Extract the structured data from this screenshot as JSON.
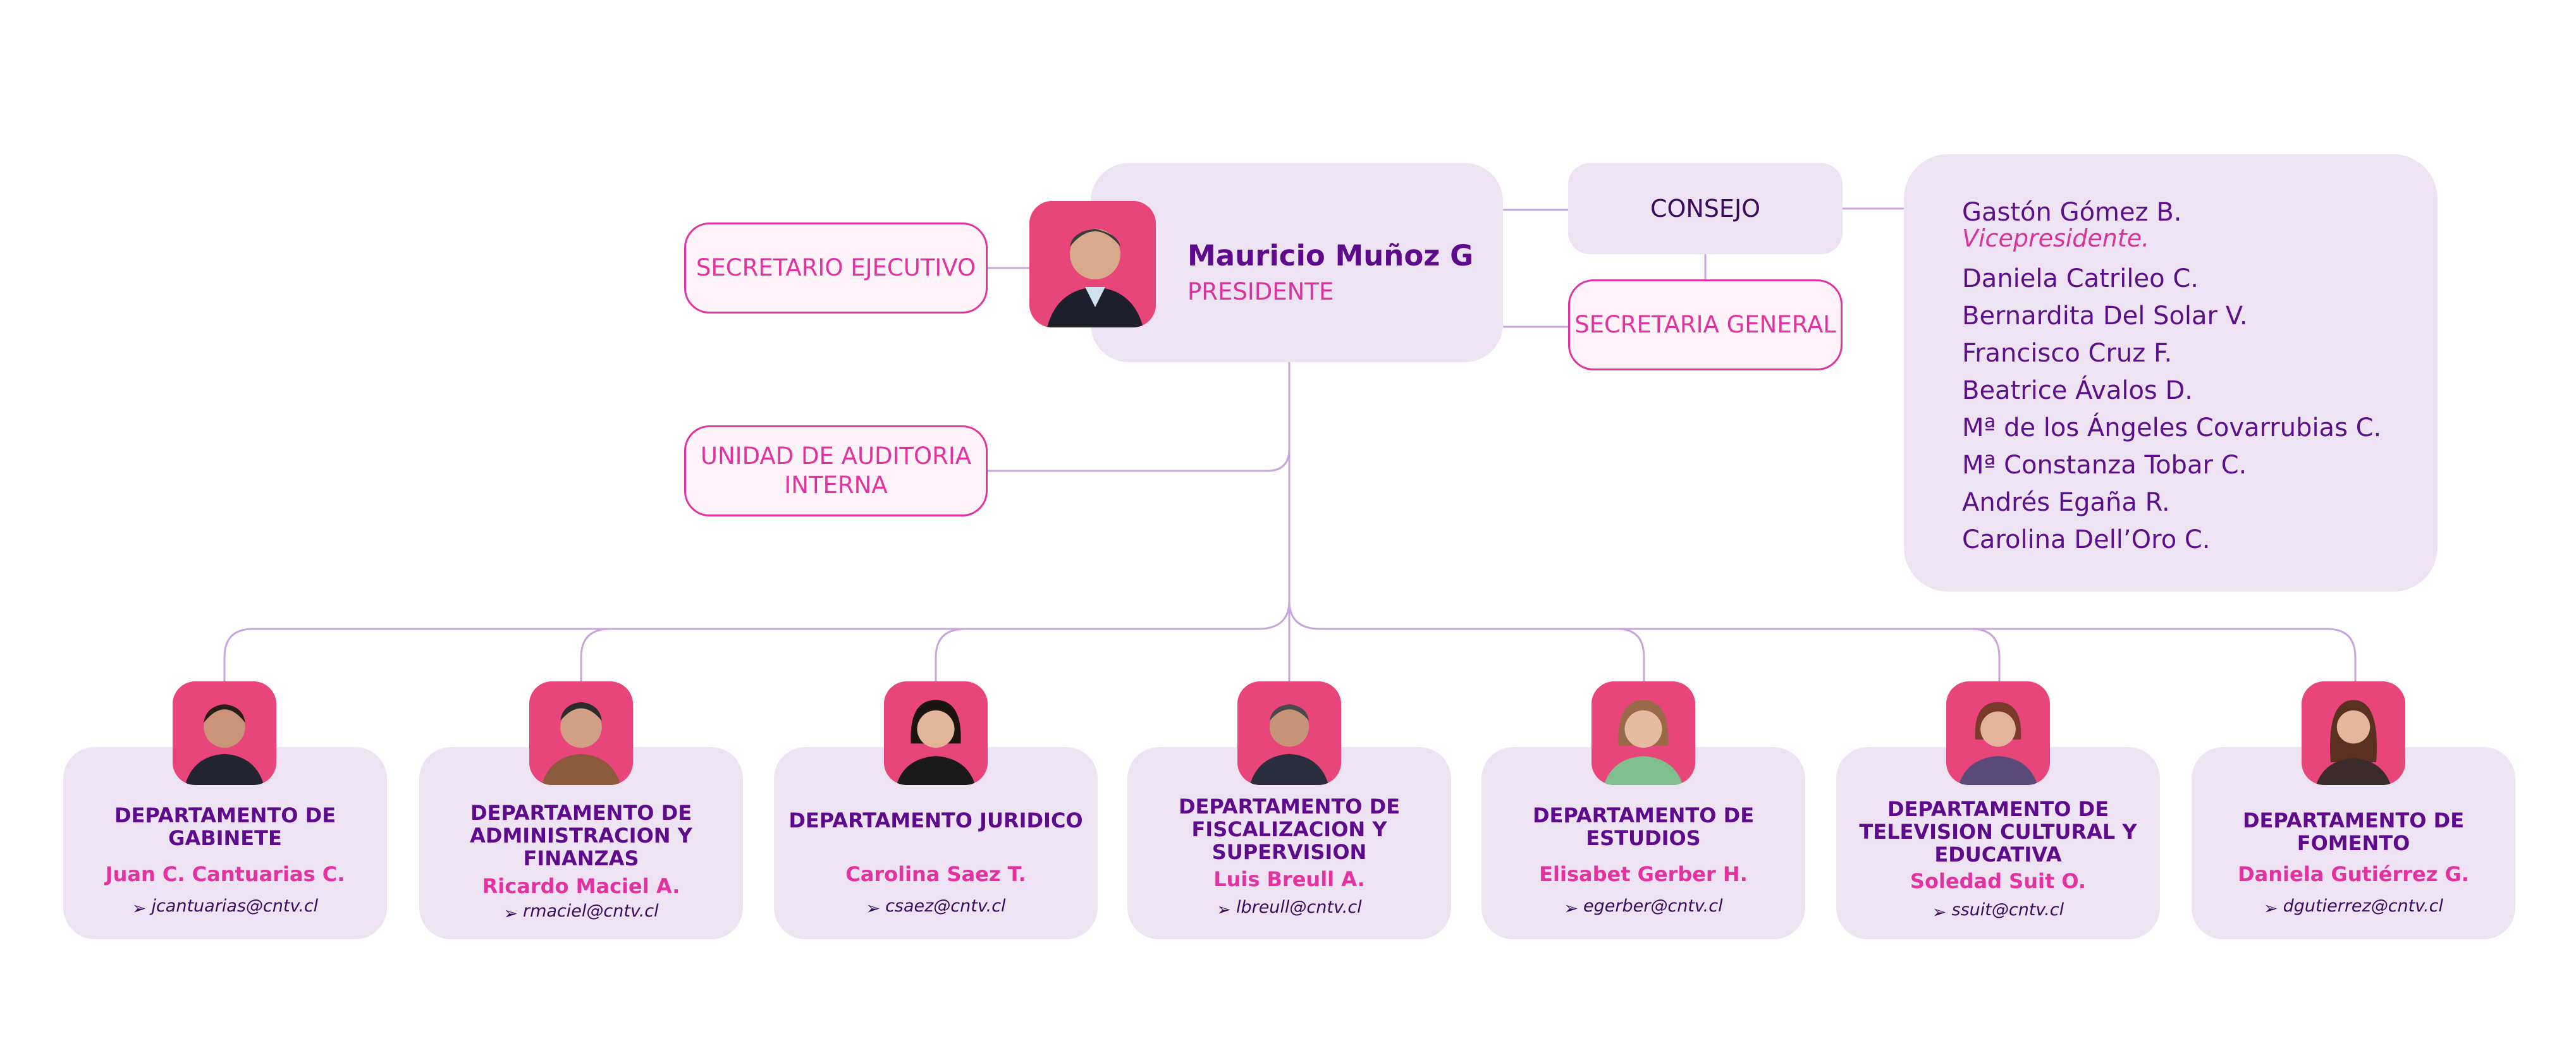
{
  "president": {
    "name": "Mauricio Muñoz G",
    "role": "PRESIDENTE"
  },
  "units": {
    "secretario": "SECRETARIO EJECUTIVO",
    "auditoria": "UNIDAD DE AUDITORIA INTERNA",
    "consejo": "CONSEJO",
    "secretaria": "SECRETARIA GENERAL"
  },
  "council": {
    "vicepresident": {
      "name": "Gastón Gómez B.",
      "role": "Vicepresidente."
    },
    "members": [
      "Daniela Catrileo C.",
      "Bernardita Del Solar V.",
      "Francisco Cruz F.",
      "Beatrice Ávalos D.",
      "Mª de los Ángeles Covarrubias C.",
      "Mª Constanza Tobar C.",
      "Andrés Egaña R.",
      "Carolina Dell’Oro C."
    ]
  },
  "departments": [
    {
      "title": "DEPARTAMENTO DE GABINETE",
      "head": "Juan C. Cantuarias C.",
      "email": "jcantuarias@cntv.cl"
    },
    {
      "title": "DEPARTAMENTO DE ADMINISTRACION Y FINANZAS",
      "head": "Ricardo Maciel A.",
      "email": "rmaciel@cntv.cl"
    },
    {
      "title": "DEPARTAMENTO JURIDICO",
      "head": "Carolina Saez T.",
      "email": "csaez@cntv.cl"
    },
    {
      "title": "DEPARTAMENTO DE FISCALIZACION Y SUPERVISION",
      "head": "Luis Breull A.",
      "email": "lbreull@cntv.cl"
    },
    {
      "title": "DEPARTAMENTO DE ESTUDIOS",
      "head": "Elisabet Gerber H.",
      "email": "egerber@cntv.cl"
    },
    {
      "title": "DEPARTAMENTO DE TELEVISION CULTURAL Y EDUCATIVA",
      "head": "Soledad Suit O.",
      "email": "ssuit@cntv.cl"
    },
    {
      "title": "DEPARTAMENTO DE FOMENTO",
      "head": "Daniela Gutiérrez G.",
      "email": "dgutierrez@cntv.cl"
    }
  ],
  "colors": {
    "accent": "#e3329f",
    "brand": "#5e0a8c",
    "card": "#ede3f3",
    "line": "#c8a2dd"
  }
}
